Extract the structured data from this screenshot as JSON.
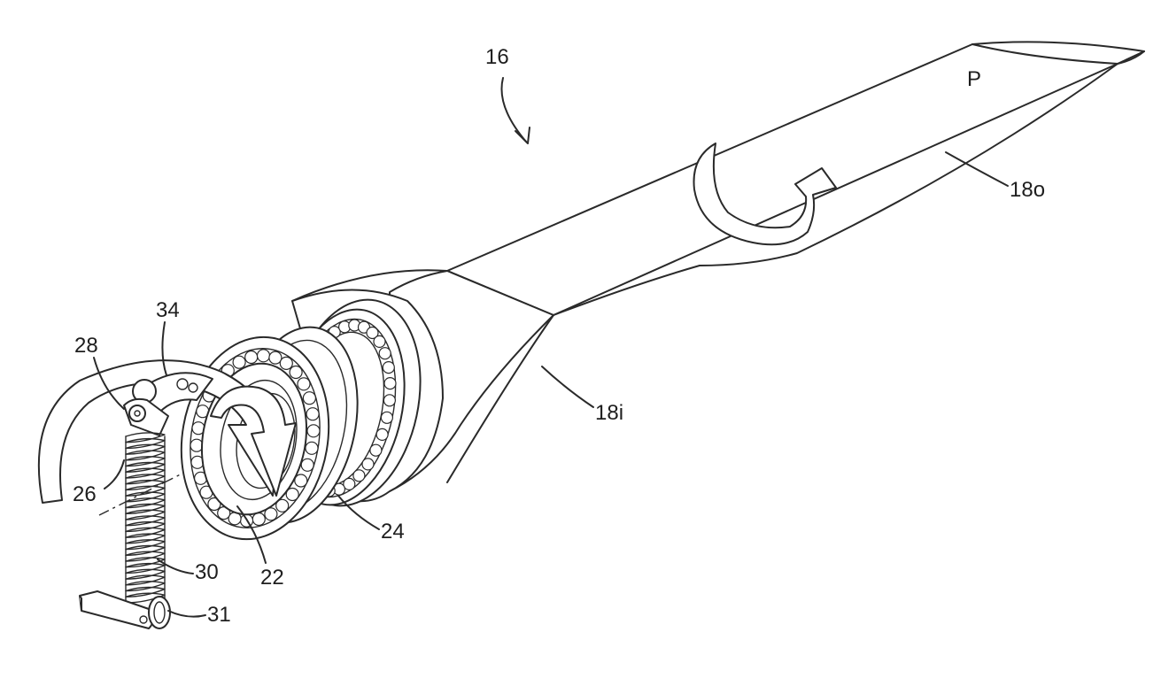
{
  "figure": {
    "labels": {
      "assembly": "16",
      "pitch_axis": "P",
      "outer_blade": "18o",
      "inner_blade": "18i",
      "lever": "34",
      "pivot": "28",
      "spring_end": "26",
      "spring": "30",
      "mount": "31",
      "inner_ring": "22",
      "bearing": "24"
    }
  }
}
